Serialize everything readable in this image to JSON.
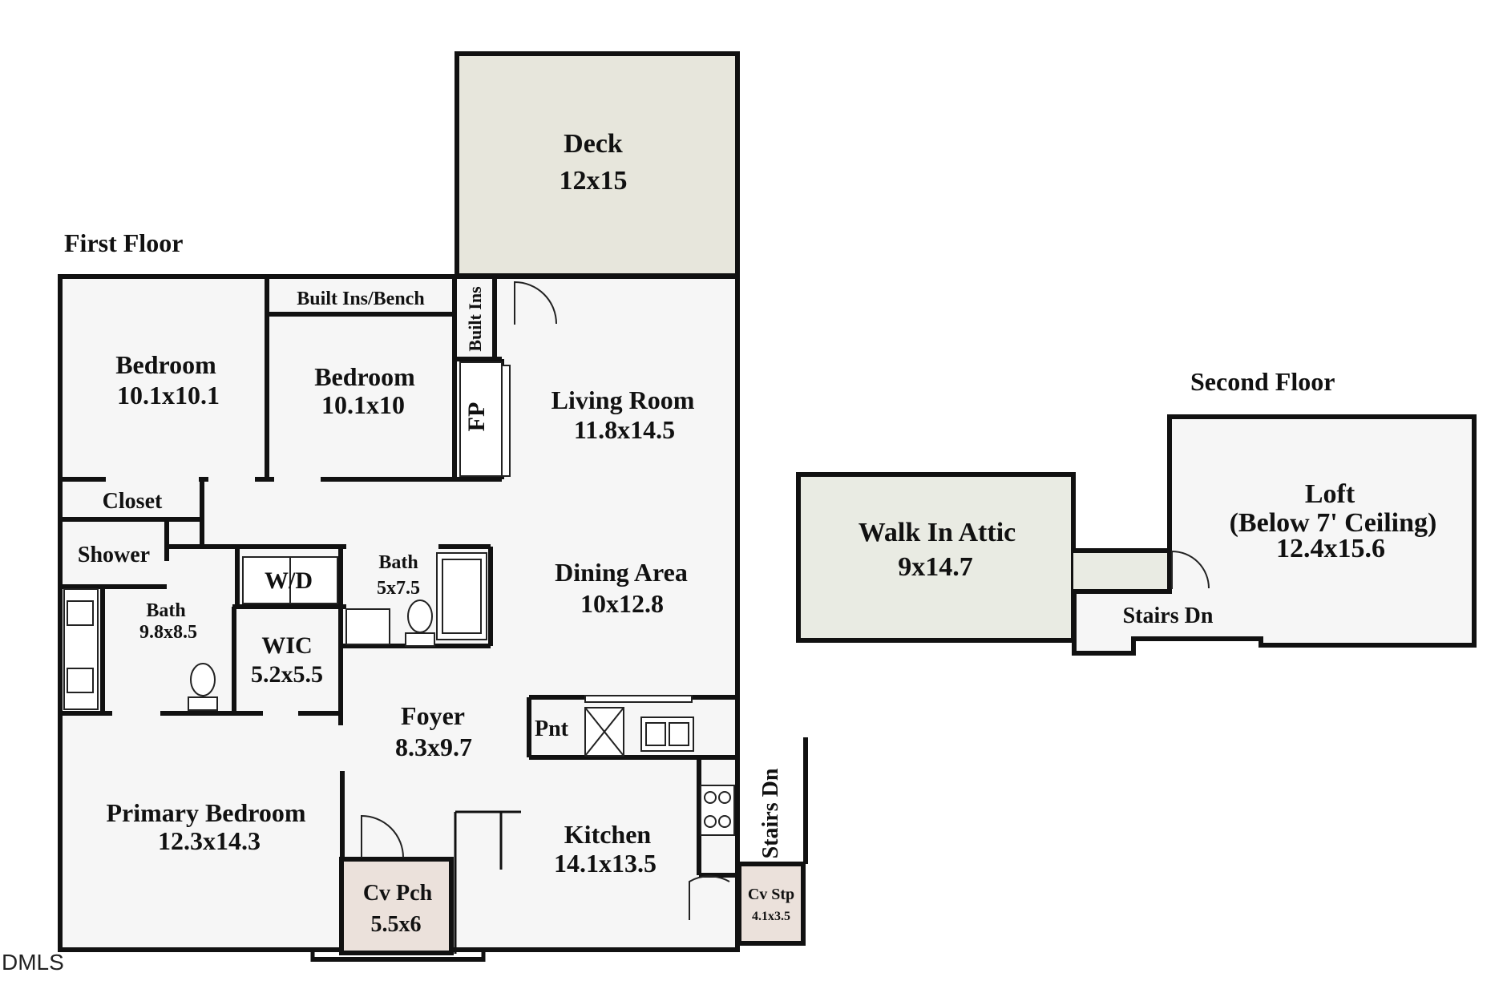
{
  "colors": {
    "interior": "#f6f6f6",
    "deck": "#e7e6dc",
    "attic": "#e9ebe3",
    "porch": "#ebe1db",
    "wall": "#111111"
  },
  "floors": {
    "first": {
      "title": "First Floor"
    },
    "second": {
      "title": "Second Floor"
    }
  },
  "rooms": {
    "deck": {
      "name": "Deck",
      "size": "12x15"
    },
    "bedroom_left": {
      "name": "Bedroom",
      "size": "10.1x10.1"
    },
    "bedroom_mid": {
      "name": "Bedroom",
      "size": "10.1x10"
    },
    "built_ins_bench": {
      "name": "Built Ins/Bench"
    },
    "built_ins": {
      "name": "Built Ins"
    },
    "fireplace": {
      "name": "FP"
    },
    "living_room": {
      "name": "Living Room",
      "size": "11.8x14.5"
    },
    "closet": {
      "name": "Closet"
    },
    "shower": {
      "name": "Shower"
    },
    "washer_dryer": {
      "name": "W/D"
    },
    "bath_small": {
      "name": "Bath",
      "size": "5x7.5"
    },
    "dining_area": {
      "name": "Dining Area",
      "size": "10x12.8"
    },
    "bath_primary": {
      "name": "Bath",
      "size": "9.8x8.5"
    },
    "wic": {
      "name": "WIC",
      "size": "5.2x5.5"
    },
    "foyer": {
      "name": "Foyer",
      "size": "8.3x9.7"
    },
    "pantry": {
      "name": "Pnt"
    },
    "primary_bedroom": {
      "name": "Primary Bedroom",
      "size": "12.3x14.3"
    },
    "kitchen": {
      "name": "Kitchen",
      "size": "14.1x13.5"
    },
    "stairs_down_first": {
      "name": "Stairs Dn"
    },
    "covered_porch": {
      "name": "Cv Pch",
      "size": "5.5x6"
    },
    "covered_stoop": {
      "name": "Cv Stp",
      "size": "4.1x3.5"
    },
    "walk_in_attic": {
      "name": "Walk In Attic",
      "size": "9x14.7"
    },
    "loft": {
      "name": "Loft",
      "note": "(Below 7' Ceiling)",
      "size": "12.4x15.6"
    },
    "stairs_down_second": {
      "name": "Stairs Dn"
    }
  },
  "watermark": "DMLS"
}
